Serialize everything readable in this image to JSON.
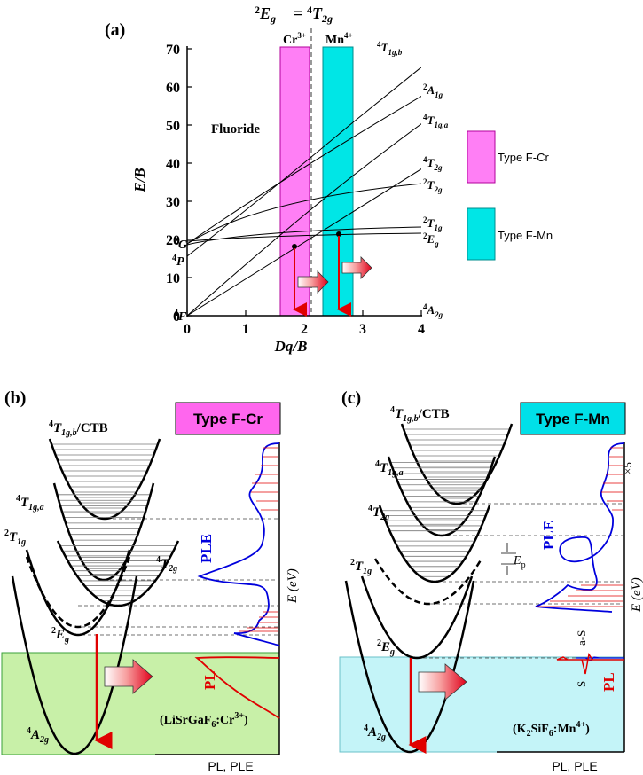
{
  "panel_a": {
    "label": "(a)",
    "header_left": "2Eg",
    "header_eq": "=",
    "header_right": "4T2g",
    "ion_cr": "Cr3+",
    "ion_mn": "Mn4+",
    "ylabel": "E/B",
    "xlabel": "Dq/B",
    "yticks": [
      "0",
      "10",
      "20",
      "30",
      "40",
      "50",
      "60",
      "70"
    ],
    "xticks": [
      "0",
      "1",
      "2",
      "3",
      "4"
    ],
    "host": "Fluoride",
    "left_terms": [
      "2G",
      "4P",
      "4F"
    ],
    "right_terms": [
      "4T1g,b",
      "2A1g",
      "4T1g,a",
      "4T2g",
      "2T2g",
      "2T1g",
      "2Eg",
      "4A2g"
    ],
    "legend": [
      "Type F-Cr",
      "Type F-Mn"
    ],
    "colors": {
      "cr": "#ff7ff5",
      "mn": "#00e6e6"
    }
  },
  "panel_b": {
    "label": "(b)",
    "title": "Type F-Cr",
    "states": [
      "4T1g,b/CTB",
      "4T1g,a",
      "2T1g",
      "4T2g",
      "2Eg",
      "4A2g"
    ],
    "ple": "PLE",
    "pl": "PL",
    "energy_axis": "E (eV)",
    "sample": "(LiSrGaF6:Cr3+)",
    "xaxis": "PL, PLE",
    "colors": {
      "ground": "#c8f0a8",
      "title_bg": "#ff66ee"
    }
  },
  "panel_c": {
    "label": "(c)",
    "title": "Type F-Mn",
    "states": [
      "4T1g,b/CTB",
      "4T1g,a",
      "4T2g",
      "2T1g",
      "2Eg",
      "4A2g"
    ],
    "ple": "PLE",
    "pl": "PL",
    "ep": "Ep",
    "energy_axis": "E (eV)",
    "times": "×5",
    "a_s": "a-S",
    "s": "S",
    "sample": "(K2SiF6:Mn4+)",
    "xaxis": "PL, PLE",
    "colors": {
      "ground": "#c4f4f8",
      "title_bg": "#00e0e8"
    }
  }
}
